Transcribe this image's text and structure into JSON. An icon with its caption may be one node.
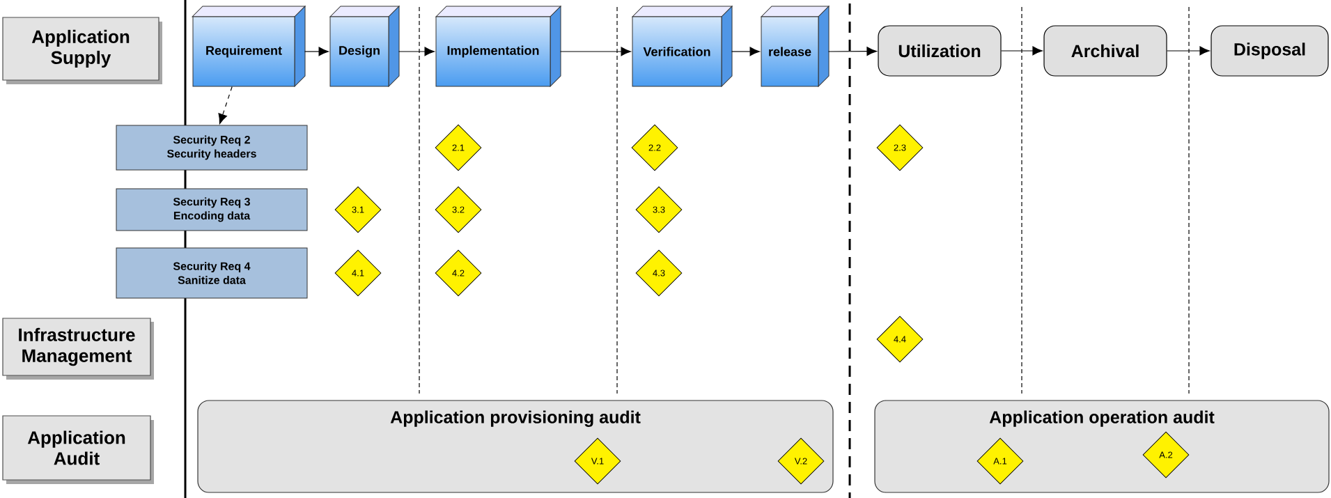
{
  "diagram": {
    "nodes": [
      {
        "text": [
          "Application Supply"
        ]
      },
      {
        "text": [
          "Requirement"
        ]
      },
      {
        "text": [
          "Design"
        ]
      },
      {
        "text": [
          "Implementation"
        ]
      },
      {
        "text": [
          "Verification"
        ]
      },
      {
        "text": [
          "release"
        ]
      },
      {
        "text": [
          "Utilization"
        ]
      },
      {
        "text": [
          "Archival"
        ]
      },
      {
        "text": [
          "Disposal"
        ]
      },
      {
        "text": [
          "Security Req 2",
          "Security headers"
        ]
      },
      {
        "text": [
          "2.1"
        ]
      },
      {
        "text": [
          "2.2"
        ]
      },
      {
        "text": [
          "2.3"
        ]
      },
      {
        "text": [
          "Security Req 3",
          "Encoding data"
        ]
      },
      {
        "text": [
          "3.1"
        ]
      },
      {
        "text": [
          "3.2"
        ]
      },
      {
        "text": [
          "3.3"
        ]
      },
      {
        "text": [
          "Security Req 4",
          "Sanitize data"
        ]
      },
      {
        "text": [
          "4.1"
        ]
      },
      {
        "text": [
          "4.2"
        ]
      },
      {
        "text": [
          "4.3"
        ]
      },
      {
        "text": [
          "Infrastructure Management"
        ]
      },
      {
        "text": [
          "4.4"
        ]
      },
      {
        "text": [
          "Application Audit"
        ]
      },
      {
        "text": [
          "Application provisioning audit"
        ]
      },
      {
        "text": [
          "V.1"
        ],
        "in": 24
      },
      {
        "text": [
          "V.2"
        ],
        "in": 24
      },
      {
        "text": [
          "Application operation audit"
        ]
      },
      {
        "text": [
          "A.1"
        ],
        "in": 27
      },
      {
        "text": [
          "A.2"
        ],
        "in": 27
      }
    ],
    "edges": [
      {
        "from": 1,
        "to": 2,
        "arrow": "to"
      },
      {
        "from": 2,
        "to": 3,
        "arrow": "to"
      },
      {
        "from": 3,
        "to": 4,
        "arrow": "to"
      },
      {
        "from": 4,
        "to": 5,
        "arrow": "to"
      },
      {
        "from": 5,
        "to": 6,
        "arrow": "to"
      },
      {
        "from": 6,
        "to": 7,
        "arrow": "to"
      },
      {
        "from": 7,
        "to": 8,
        "arrow": "to"
      },
      {
        "from": 1,
        "to": 9,
        "arrow": "to",
        "style": "dashed"
      }
    ]
  }
}
